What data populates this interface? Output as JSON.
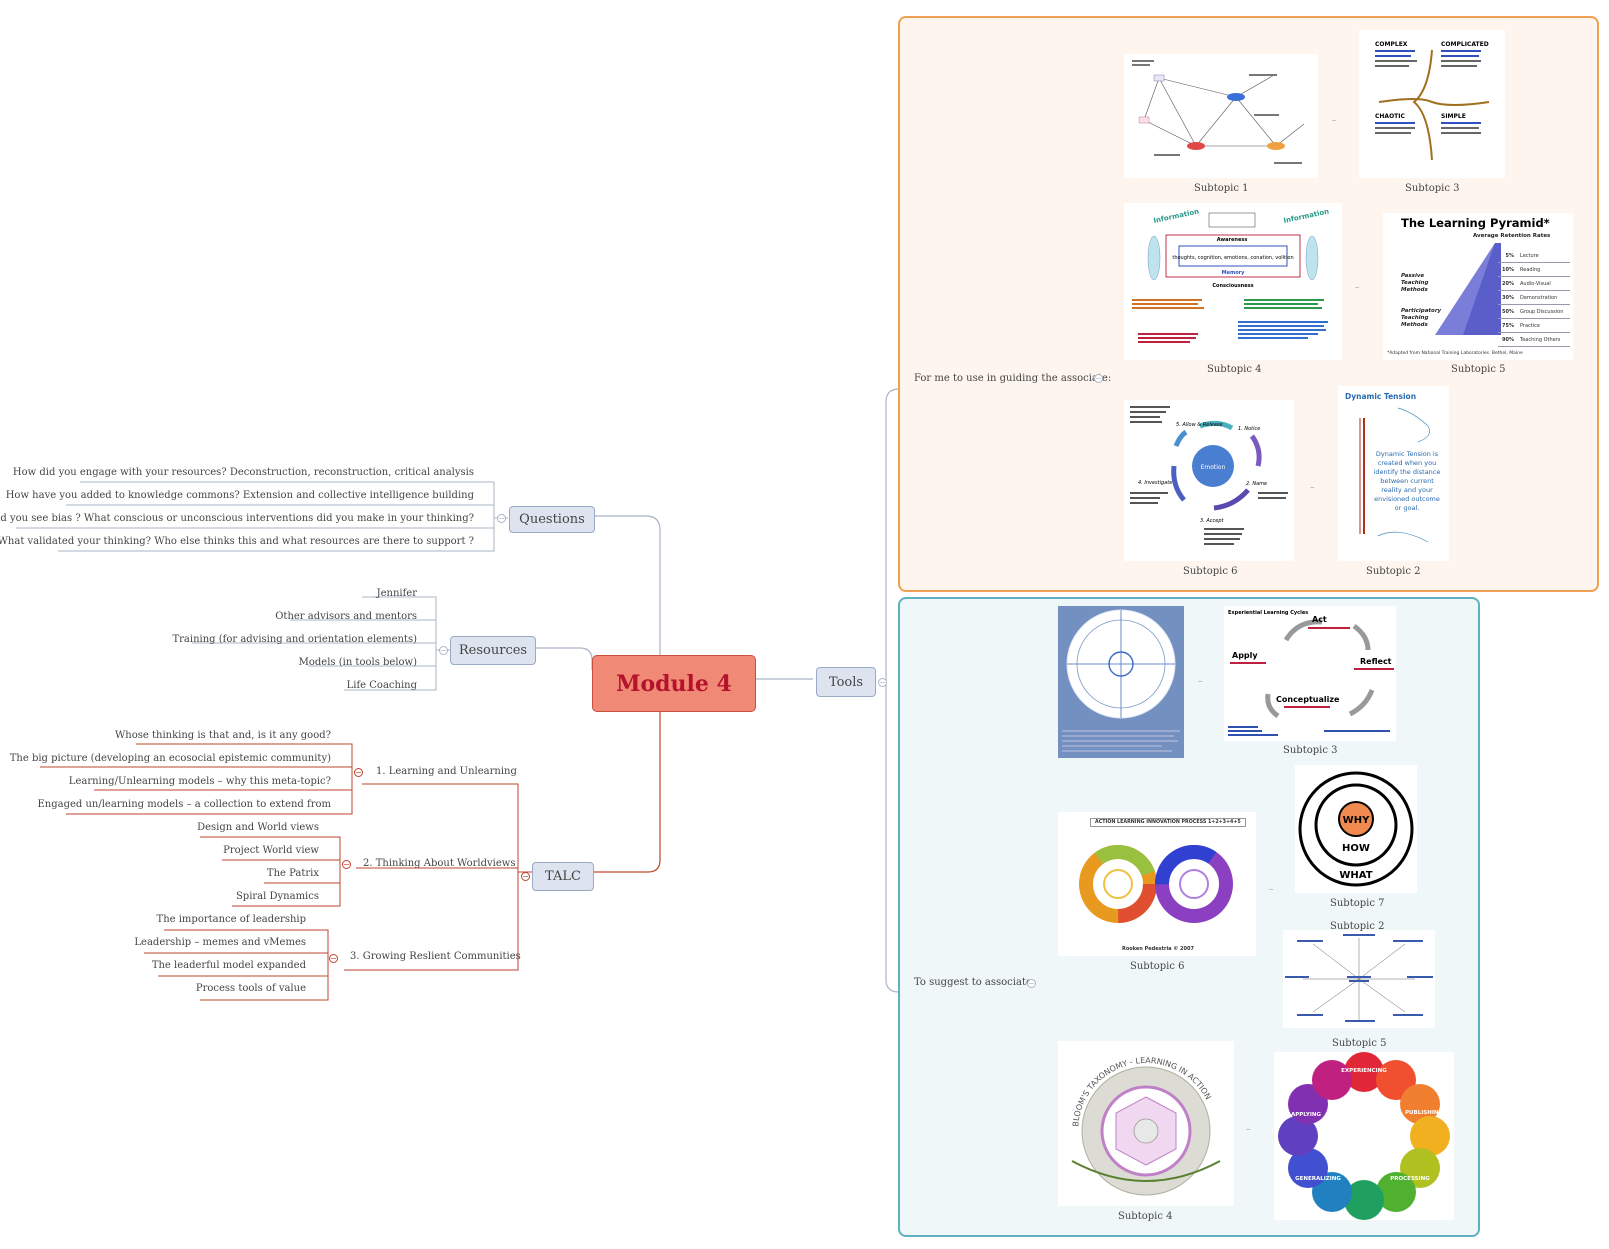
{
  "central": {
    "title": "Module 4"
  },
  "questions": {
    "label": "Questions",
    "items": [
      "How did you engage with your resources? Deconstruction, reconstruction, critical analysis",
      "How have you added to knowledge commons? Extension and collective intelligence building",
      "Where did you see bias ? What conscious or unconscious interventions did you make in your thinking?",
      "What validated your thinking? Who else thinks this and what resources are there to support ?"
    ]
  },
  "resources": {
    "label": "Resources",
    "items": [
      "Jennifer",
      "Other advisors and mentors",
      "Training (for advising and orientation elements)",
      "Models (in tools below)",
      "Life Coaching"
    ]
  },
  "talc": {
    "label": "TALC",
    "groups": [
      {
        "label": "1. Learning and Unlearning",
        "items": [
          "Whose thinking is that and, is it any good?",
          "The big picture (developing an ecosocial epistemic community)",
          "Learning/Unlearning models – why this meta-topic?",
          "Engaged un/learning models – a collection to extend from"
        ]
      },
      {
        "label": "2. Thinking About Worldviews",
        "items": [
          "Design and World views",
          "Project World view",
          "The Patrix",
          "Spiral Dynamics"
        ]
      },
      {
        "label": "3. Growing Reslient Communities",
        "items": [
          "The importance of leadership",
          "Leadership – memes and vMemes",
          "The leaderful model expanded",
          "Process tools of value"
        ]
      }
    ]
  },
  "tools": {
    "label": "Tools",
    "guiding": {
      "label": "For me to use in guiding the associate:",
      "subtopics": [
        "Subtopic 1",
        "Subtopic 3",
        "Subtopic 4",
        "Subtopic 5",
        "Subtopic 6",
        "Subtopic 2"
      ]
    },
    "suggest": {
      "label": "To suggest to associate:",
      "subtopics": [
        "Subtopic 3",
        "Subtopic 6",
        "Subtopic 7",
        "Subtopic 2",
        "Subtopic 5",
        "Subtopic 4"
      ]
    }
  },
  "thumbs": {
    "cynefin": {
      "complex": "COMPLEX",
      "complicated": "COMPLICATED",
      "chaotic": "CHAOTIC",
      "simple": "SIMPLE"
    },
    "pyramid": {
      "title": "The Learning Pyramid*",
      "subtitle": "Average Retention Rates",
      "passive": "Passive Teaching Methods",
      "participatory": "Participatory Teaching Methods",
      "rows": [
        {
          "pct": "5%",
          "label": "Lecture"
        },
        {
          "pct": "10%",
          "label": "Reading"
        },
        {
          "pct": "20%",
          "label": "Audio-Visual"
        },
        {
          "pct": "30%",
          "label": "Demonstration"
        },
        {
          "pct": "50%",
          "label": "Group Discussion"
        },
        {
          "pct": "75%",
          "label": "Practice"
        },
        {
          "pct": "90%",
          "label": "Teaching Others"
        }
      ],
      "note": "*Adapted from National Training Laboratories. Bethel, Maine"
    },
    "awareness": {
      "info_left": "Information",
      "info_right": "Information",
      "center": "thoughts, cognition, emotions, conation, volition",
      "memory": "Memory",
      "awareness": "Awareness",
      "consciousness": "Consciousness"
    },
    "emotion": {
      "center": "Emotion",
      "s1": "1. Notice",
      "s2": "2. Name",
      "s3": "3. Accept",
      "s4": "4. Investigate",
      "s5": "5. Allow & Release"
    },
    "tension": {
      "title": "Dynamic Tension",
      "body": "Dynamic Tension is created when you identify the distance between current reality and your envisioned outcome or goal."
    },
    "kolb": {
      "title": "Experiential Learning Cycles",
      "act": "Act",
      "reflect": "Reflect",
      "apply": "Apply",
      "conceptualize": "Conceptualize"
    },
    "why": {
      "why": "WHY",
      "how": "HOW",
      "what": "WHAT"
    },
    "infinity": {
      "header": "ACTION LEARNING INNOVATION PROCESS 1+2+3+4+5",
      "credit": "Rooken Pedestria © 2007"
    },
    "bloom": {
      "title": "BLOOM'S TAXONOMY - LEARNING IN ACTION"
    },
    "cycle": {
      "experiencing": "EXPERIENCING",
      "publishing": "PUBLISHING",
      "processing": "PROCESSING",
      "generalizing": "GENERALIZING",
      "applying": "APPLYING"
    }
  },
  "colors": {
    "central_fill": "#f08976",
    "central_text": "#b5122b",
    "node_fill": "#dde4ef",
    "talc_line": "#c0442e",
    "gray_line": "#a9b4c6",
    "orange_frame": "#f0a050",
    "teal_frame": "#5fb0c0"
  }
}
